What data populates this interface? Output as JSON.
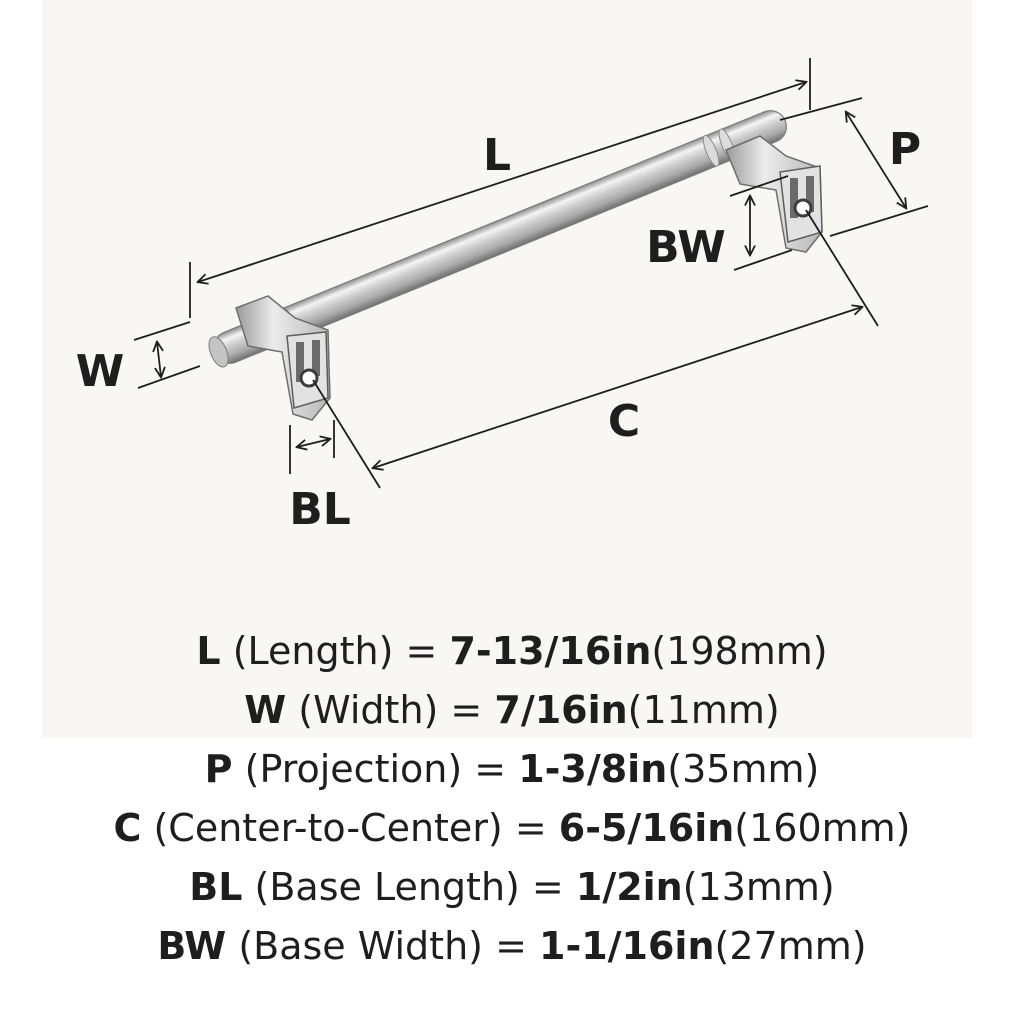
{
  "labels": {
    "L": "L",
    "W": "W",
    "P": "P",
    "BW": "BW",
    "C": "C",
    "BL": "BL"
  },
  "specs": [
    {
      "symbol": "L",
      "name": "(Length) =",
      "value": "7-13/16in",
      "metric": "(198mm)"
    },
    {
      "symbol": "W",
      "name": "(Width) =",
      "value": "7/16in",
      "metric": "(11mm)"
    },
    {
      "symbol": "P",
      "name": "(Projection) =",
      "value": "1-3/8in",
      "metric": "(35mm)"
    },
    {
      "symbol": "C",
      "name": "(Center-to-Center) =",
      "value": "6-5/16in",
      "metric": "(160mm)"
    },
    {
      "symbol": "BL",
      "name": "(Base Length) =",
      "value": "1/2in",
      "metric": "(13mm)"
    },
    {
      "symbol": "BW",
      "name": "(Base Width) =",
      "value": "1-1/16in",
      "metric": "(27mm)"
    }
  ]
}
